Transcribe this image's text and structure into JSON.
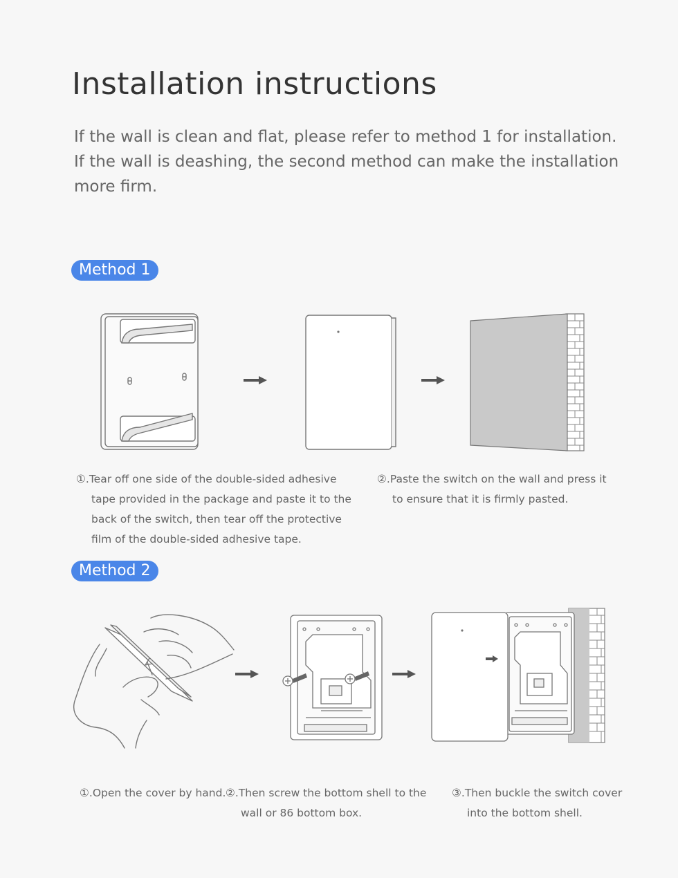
{
  "page": {
    "title": "Installation instructions",
    "intro": [
      "If the wall is clean and flat, please refer to method 1 for installation.",
      "If the wall is deashing, the second method can make the installation more firm."
    ]
  },
  "method1": {
    "label": "Method 1",
    "steps": [
      "①.Tear off one side of the double-sided adhesive tape provided in the package and paste it to the back of the switch, then tear off the protective film of the double-sided adhesive tape.",
      "②.Paste the switch on the wall and press it to ensure that it is firmly pasted."
    ]
  },
  "method2": {
    "label": "Method 2",
    "steps": [
      "①.Open the cover by hand.",
      "②.Then screw the bottom shell to the wall or 86 bottom box.",
      "③.Then buckle the switch cover into the bottom shell."
    ]
  },
  "colors": {
    "background": "#f7f7f7",
    "pill": "#4a86e8",
    "line_art": "#7a7a7a",
    "wall": "#c9c9c9"
  },
  "icons": [
    "arrow-right-icon",
    "screw-icon",
    "brick-wall-icon",
    "hand-icon"
  ]
}
